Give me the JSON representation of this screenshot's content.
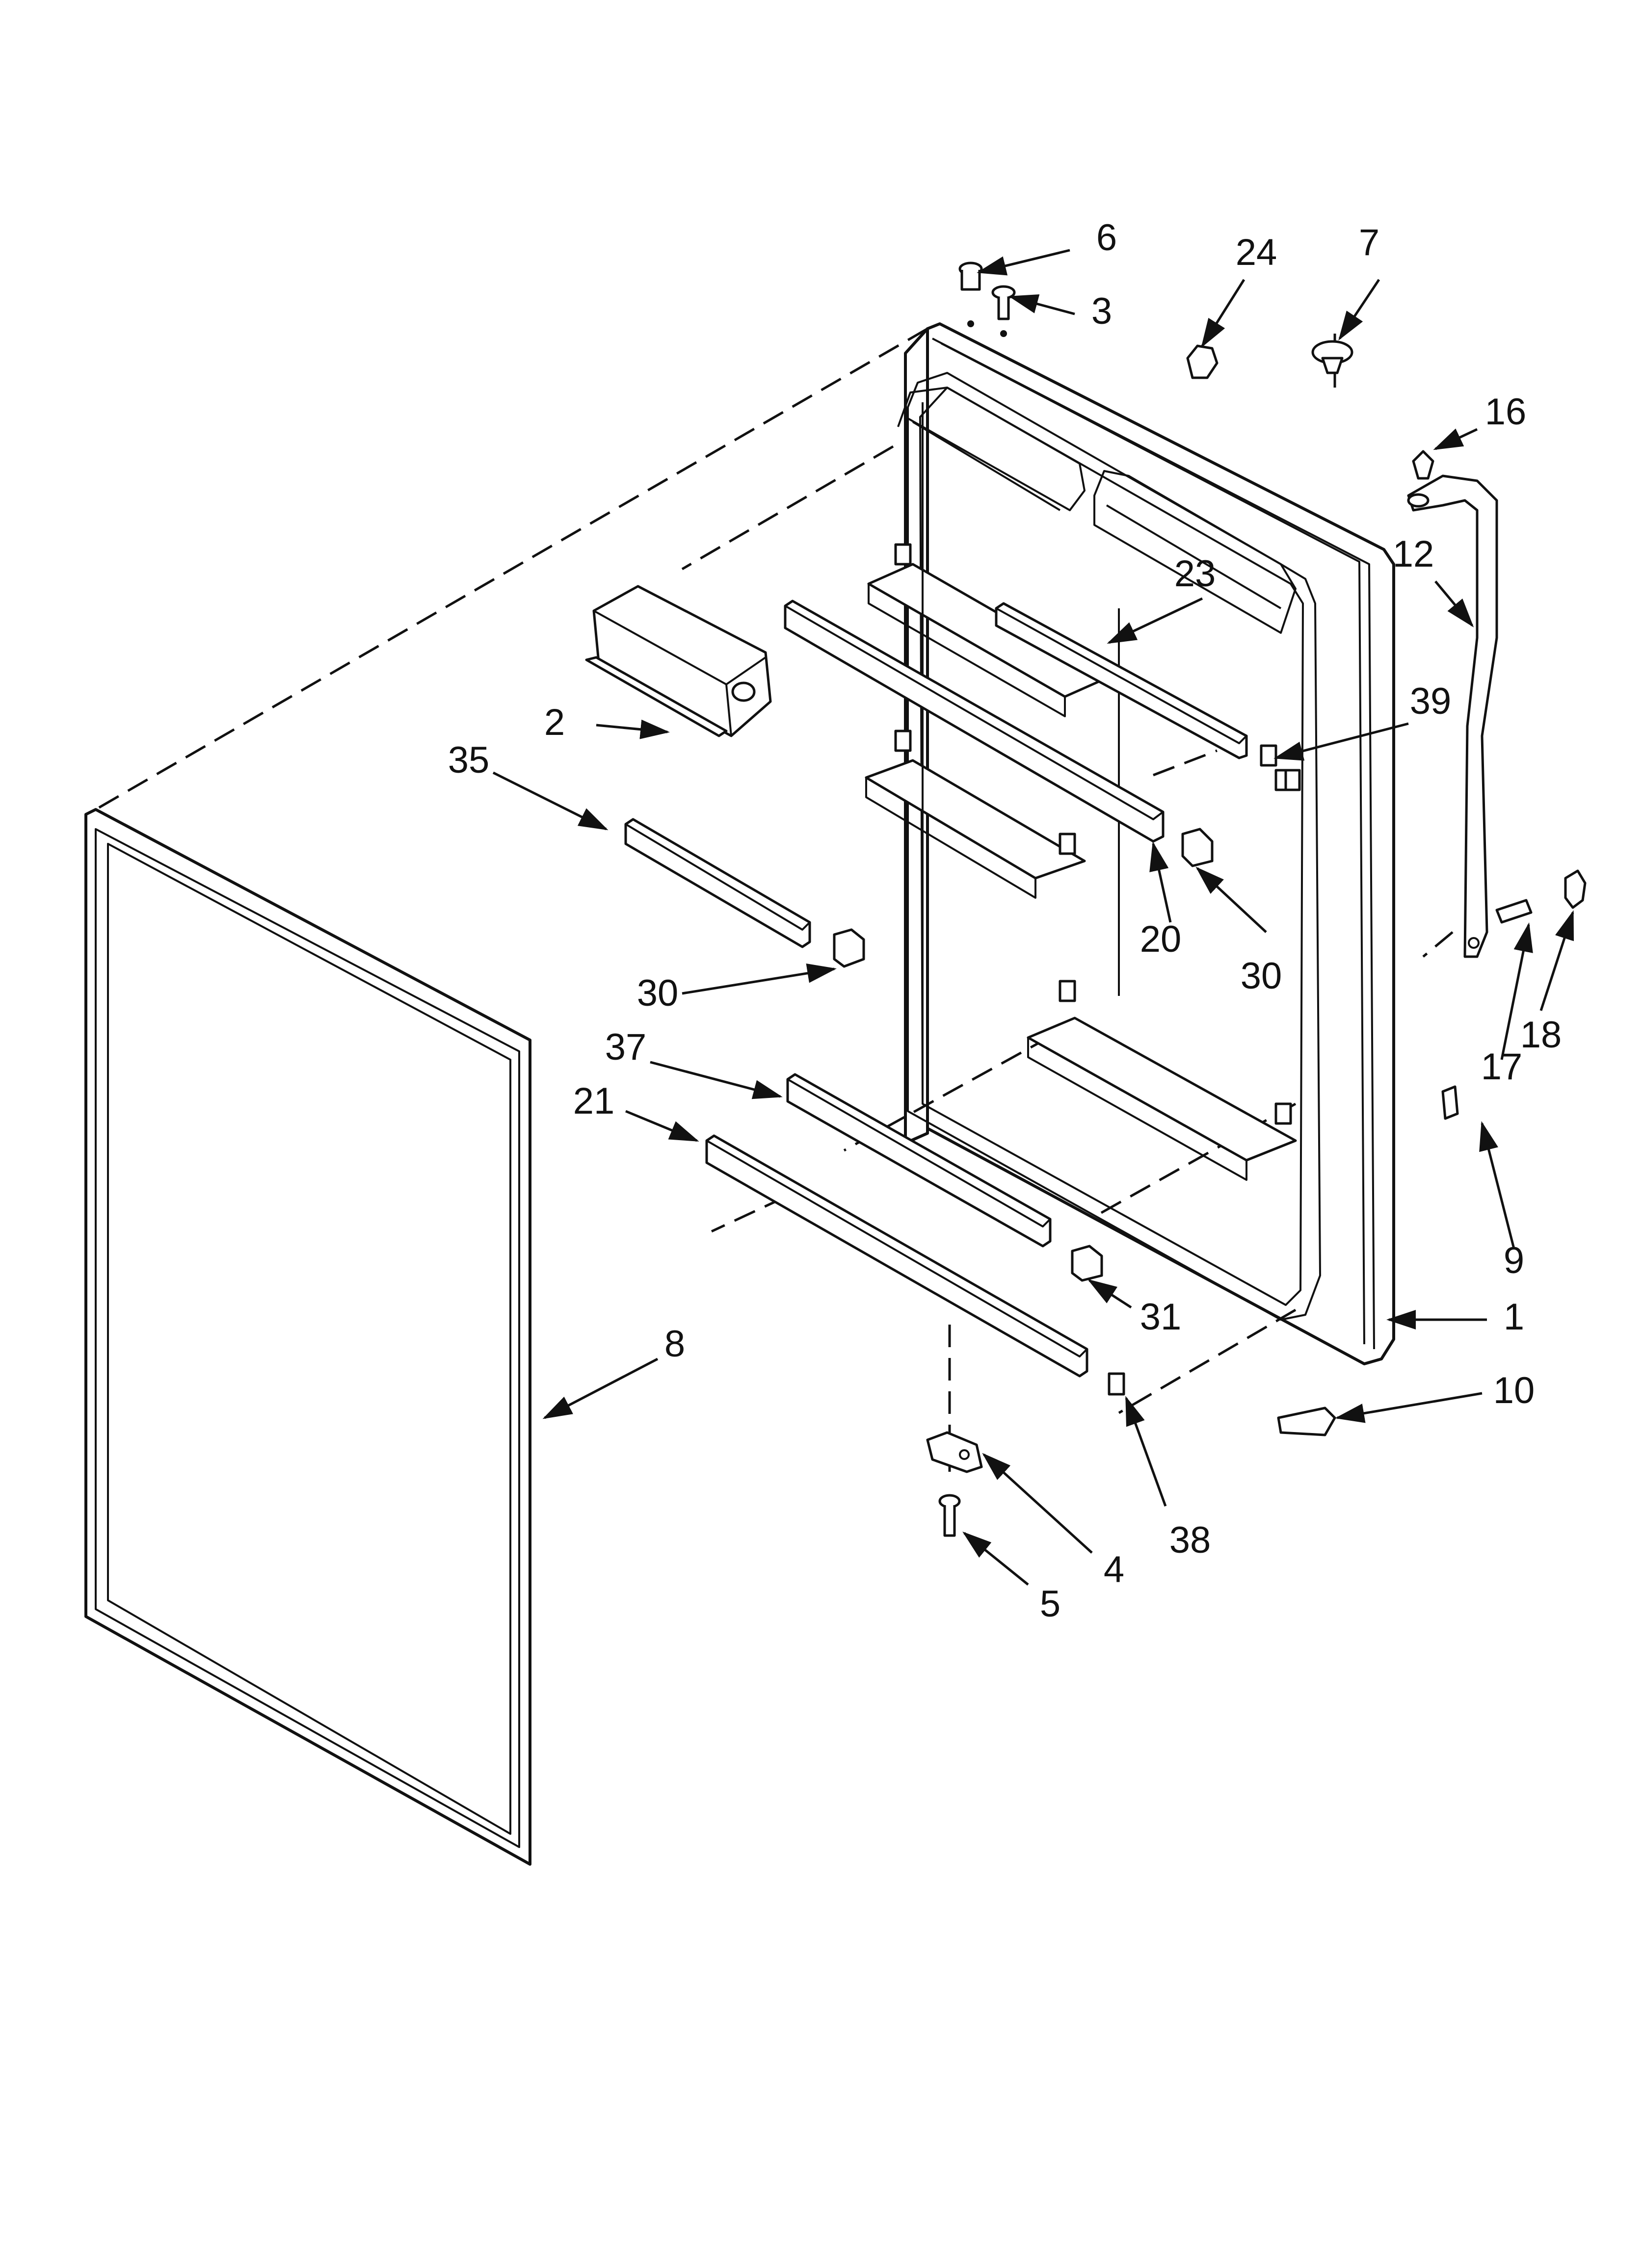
{
  "diagram": {
    "type": "exploded-parts-view",
    "parts": [
      {
        "id": "p1",
        "label": "1"
      },
      {
        "id": "p2",
        "label": "2"
      },
      {
        "id": "p3",
        "label": "3"
      },
      {
        "id": "p4",
        "label": "4"
      },
      {
        "id": "p5",
        "label": "5"
      },
      {
        "id": "p6",
        "label": "6"
      },
      {
        "id": "p7",
        "label": "7"
      },
      {
        "id": "p8",
        "label": "8"
      },
      {
        "id": "p9",
        "label": "9"
      },
      {
        "id": "p10",
        "label": "10"
      },
      {
        "id": "p12",
        "label": "12"
      },
      {
        "id": "p16",
        "label": "16"
      },
      {
        "id": "p17",
        "label": "17"
      },
      {
        "id": "p18",
        "label": "18"
      },
      {
        "id": "p20",
        "label": "20"
      },
      {
        "id": "p21",
        "label": "21"
      },
      {
        "id": "p23",
        "label": "23"
      },
      {
        "id": "p24",
        "label": "24"
      },
      {
        "id": "p30a",
        "label": "30"
      },
      {
        "id": "p30b",
        "label": "30"
      },
      {
        "id": "p31",
        "label": "31"
      },
      {
        "id": "p35",
        "label": "35"
      },
      {
        "id": "p37",
        "label": "37"
      },
      {
        "id": "p38",
        "label": "38"
      },
      {
        "id": "p39",
        "label": "39"
      }
    ]
  }
}
